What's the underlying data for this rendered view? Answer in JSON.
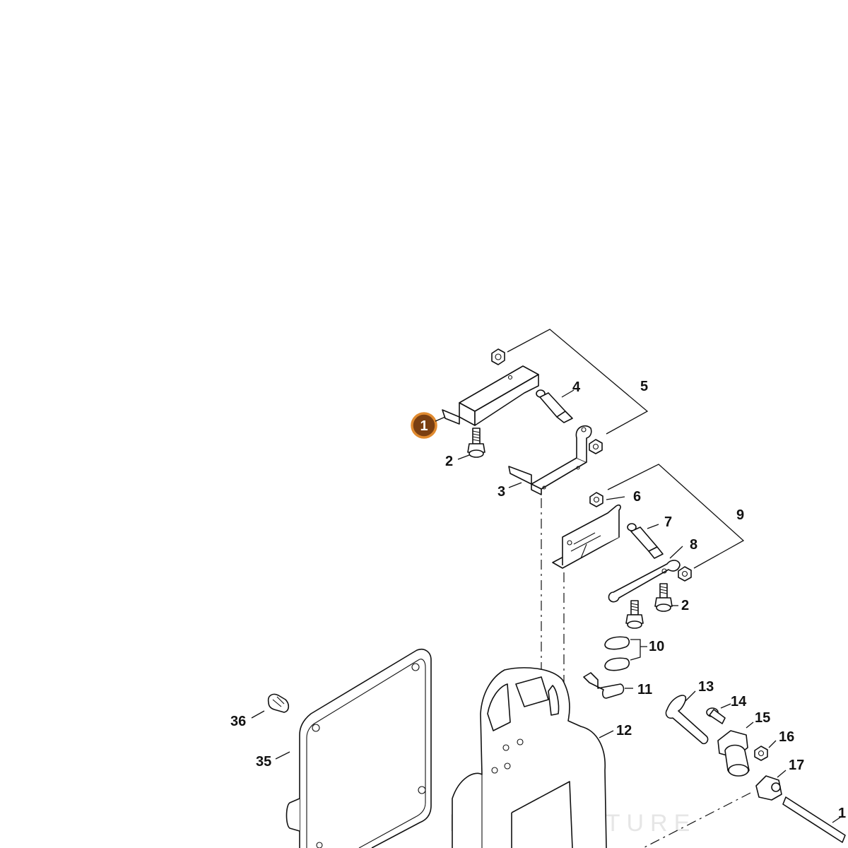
{
  "callouts": {
    "c1": "1",
    "c2a": "2",
    "c2b": "2",
    "c3": "3",
    "c4": "4",
    "c5": "5",
    "c6": "6",
    "c7": "7",
    "c8": "8",
    "c9": "9",
    "c10": "10",
    "c11": "11",
    "c12": "12",
    "c13": "13",
    "c14": "14",
    "c15": "15",
    "c16": "16",
    "c17": "17",
    "c18": "1",
    "c35": "35",
    "c36": "36"
  },
  "watermark": "LEADVENTURE",
  "colors": {
    "badge_fill": "#7a3f12",
    "badge_ring": "#e08a2f",
    "line": "#111111"
  }
}
